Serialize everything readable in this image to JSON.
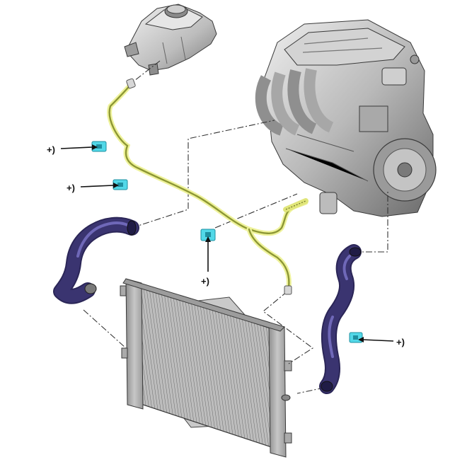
{
  "callouts": [
    {
      "id": "clip-upper-left",
      "label": "+)"
    },
    {
      "id": "clip-mid-left",
      "label": "+)"
    },
    {
      "id": "clip-center",
      "label": "+)"
    },
    {
      "id": "clip-right-hose",
      "label": "+)"
    }
  ],
  "colors": {
    "hose": "#3a3470",
    "hose_highlight": "#6f68b8",
    "bleed_pipe": "#c9d56a",
    "bleed_pipe_glow": "#eef29a",
    "clip": "#52d8e8",
    "clip_dark": "#1f8fa0",
    "metal_light": "#d9d9d9",
    "metal_mid": "#a9a9a9",
    "metal_dark": "#5b5b5b"
  }
}
